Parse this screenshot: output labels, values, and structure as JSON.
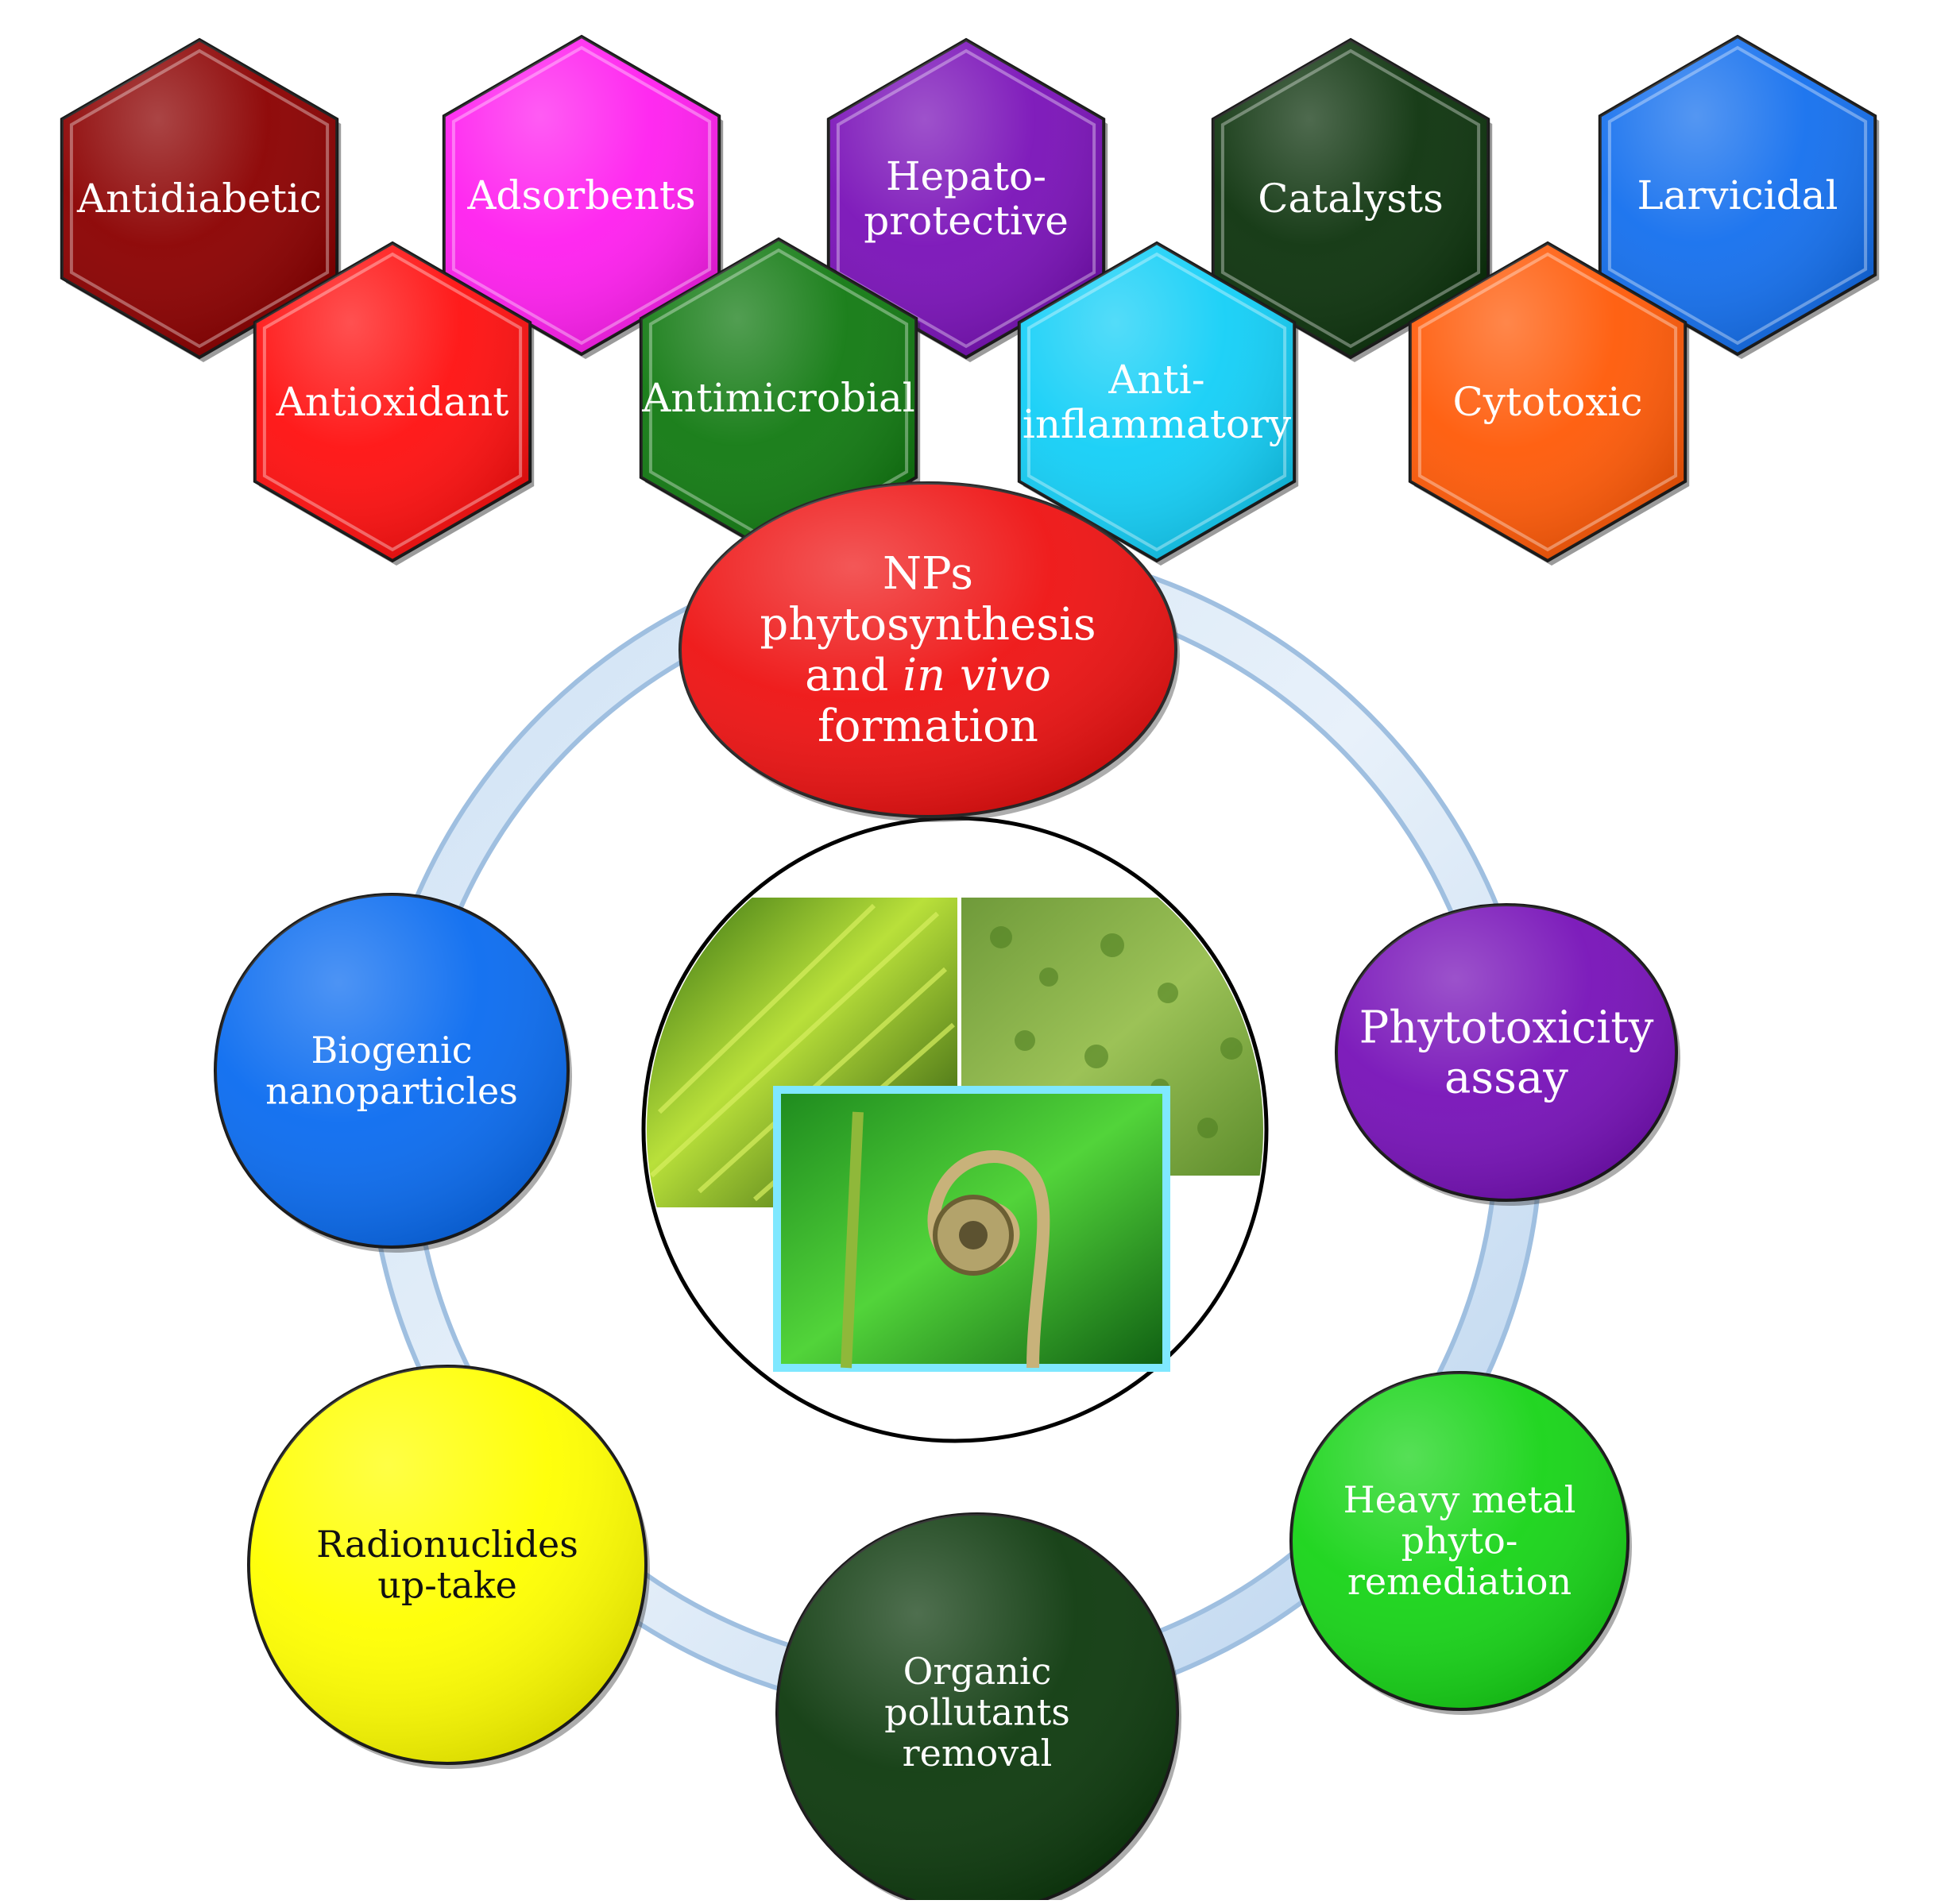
{
  "hexagons": [
    {
      "lines": [
        "Antidiabetic"
      ],
      "color": "#8b0000"
    },
    {
      "lines": [
        "Adsorbents"
      ],
      "color": "#ff1fef"
    },
    {
      "lines": [
        "Hepato-",
        "protective"
      ],
      "color": "#7a12b8"
    },
    {
      "lines": [
        "Catalysts"
      ],
      "color": "#0d330d"
    },
    {
      "lines": [
        "Larvicidal"
      ],
      "color": "#1570ee"
    },
    {
      "lines": [
        "Antioxidant"
      ],
      "color": "#ff1010"
    },
    {
      "lines": [
        "Antimicrobial"
      ],
      "color": "#127a12"
    },
    {
      "lines": [
        "Anti-",
        "inflammatory"
      ],
      "color": "#14cff7"
    },
    {
      "lines": [
        "Cytotoxic"
      ],
      "color": "#ff5a08"
    }
  ],
  "center": {
    "lines": [
      "NPs",
      "phytosynthesis",
      "and",
      "in vivo",
      "formation"
    ],
    "color": "#ee1212"
  },
  "circles": [
    {
      "lines": [
        "Phytotoxicity",
        "assay"
      ],
      "color": "#7712b8"
    },
    {
      "lines": [
        "Heavy metal",
        "phyto-",
        "remediation"
      ],
      "color": "#18d418"
    },
    {
      "lines": [
        "Organic",
        "pollutants",
        "removal"
      ],
      "color": "#0e3a0e"
    },
    {
      "lines": [
        "Radionuclides",
        "up-take"
      ],
      "color": "#ffff00"
    },
    {
      "lines": [
        "Biogenic",
        "nanoparticles"
      ],
      "color": "#0b6cf0"
    }
  ]
}
